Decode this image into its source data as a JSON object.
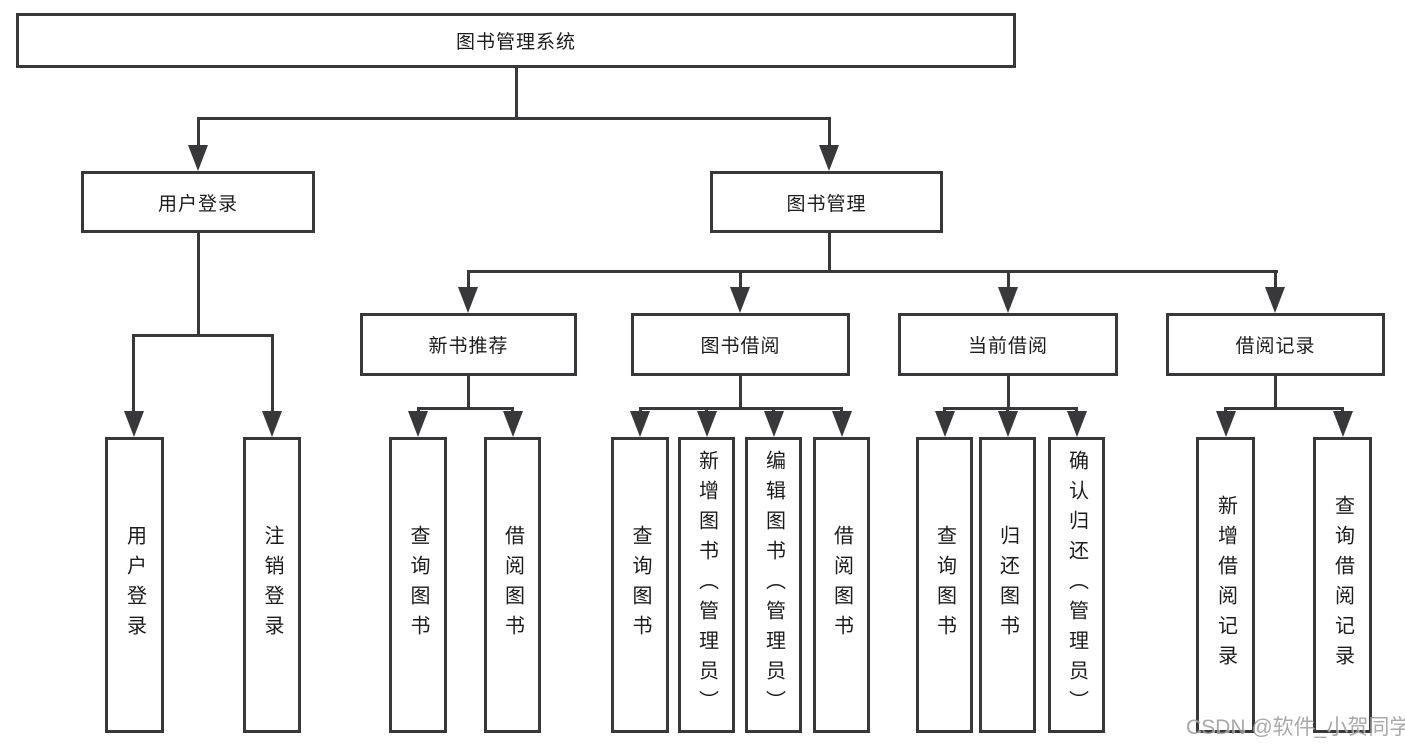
{
  "diagram": {
    "title": "图书管理系统",
    "tree": {
      "label": "图书管理系统",
      "children": [
        {
          "label": "用户登录",
          "children": [
            {
              "label": "用户登录"
            },
            {
              "label": "注销登录"
            }
          ]
        },
        {
          "label": "图书管理",
          "children": [
            {
              "label": "新书推荐",
              "children": [
                {
                  "label": "查询图书"
                },
                {
                  "label": "借阅图书"
                }
              ]
            },
            {
              "label": "图书借阅",
              "children": [
                {
                  "label": "查询图书"
                },
                {
                  "label": "新增图书（管理员）"
                },
                {
                  "label": "编辑图书（管理员）"
                },
                {
                  "label": "借阅图书"
                }
              ]
            },
            {
              "label": "当前借阅",
              "children": [
                {
                  "label": "查询图书"
                },
                {
                  "label": "归还图书"
                },
                {
                  "label": "确认归还（管理员）"
                }
              ]
            },
            {
              "label": "借阅记录",
              "children": [
                {
                  "label": "新增借阅记录"
                },
                {
                  "label": "查询借阅记录"
                }
              ]
            }
          ]
        }
      ]
    },
    "watermark": "CSDN @软件_小贺同学",
    "colors": {
      "line": "#38383a",
      "text": "#1c1c1c",
      "background": "#ffffff",
      "watermark": "#9b9b9b"
    }
  }
}
